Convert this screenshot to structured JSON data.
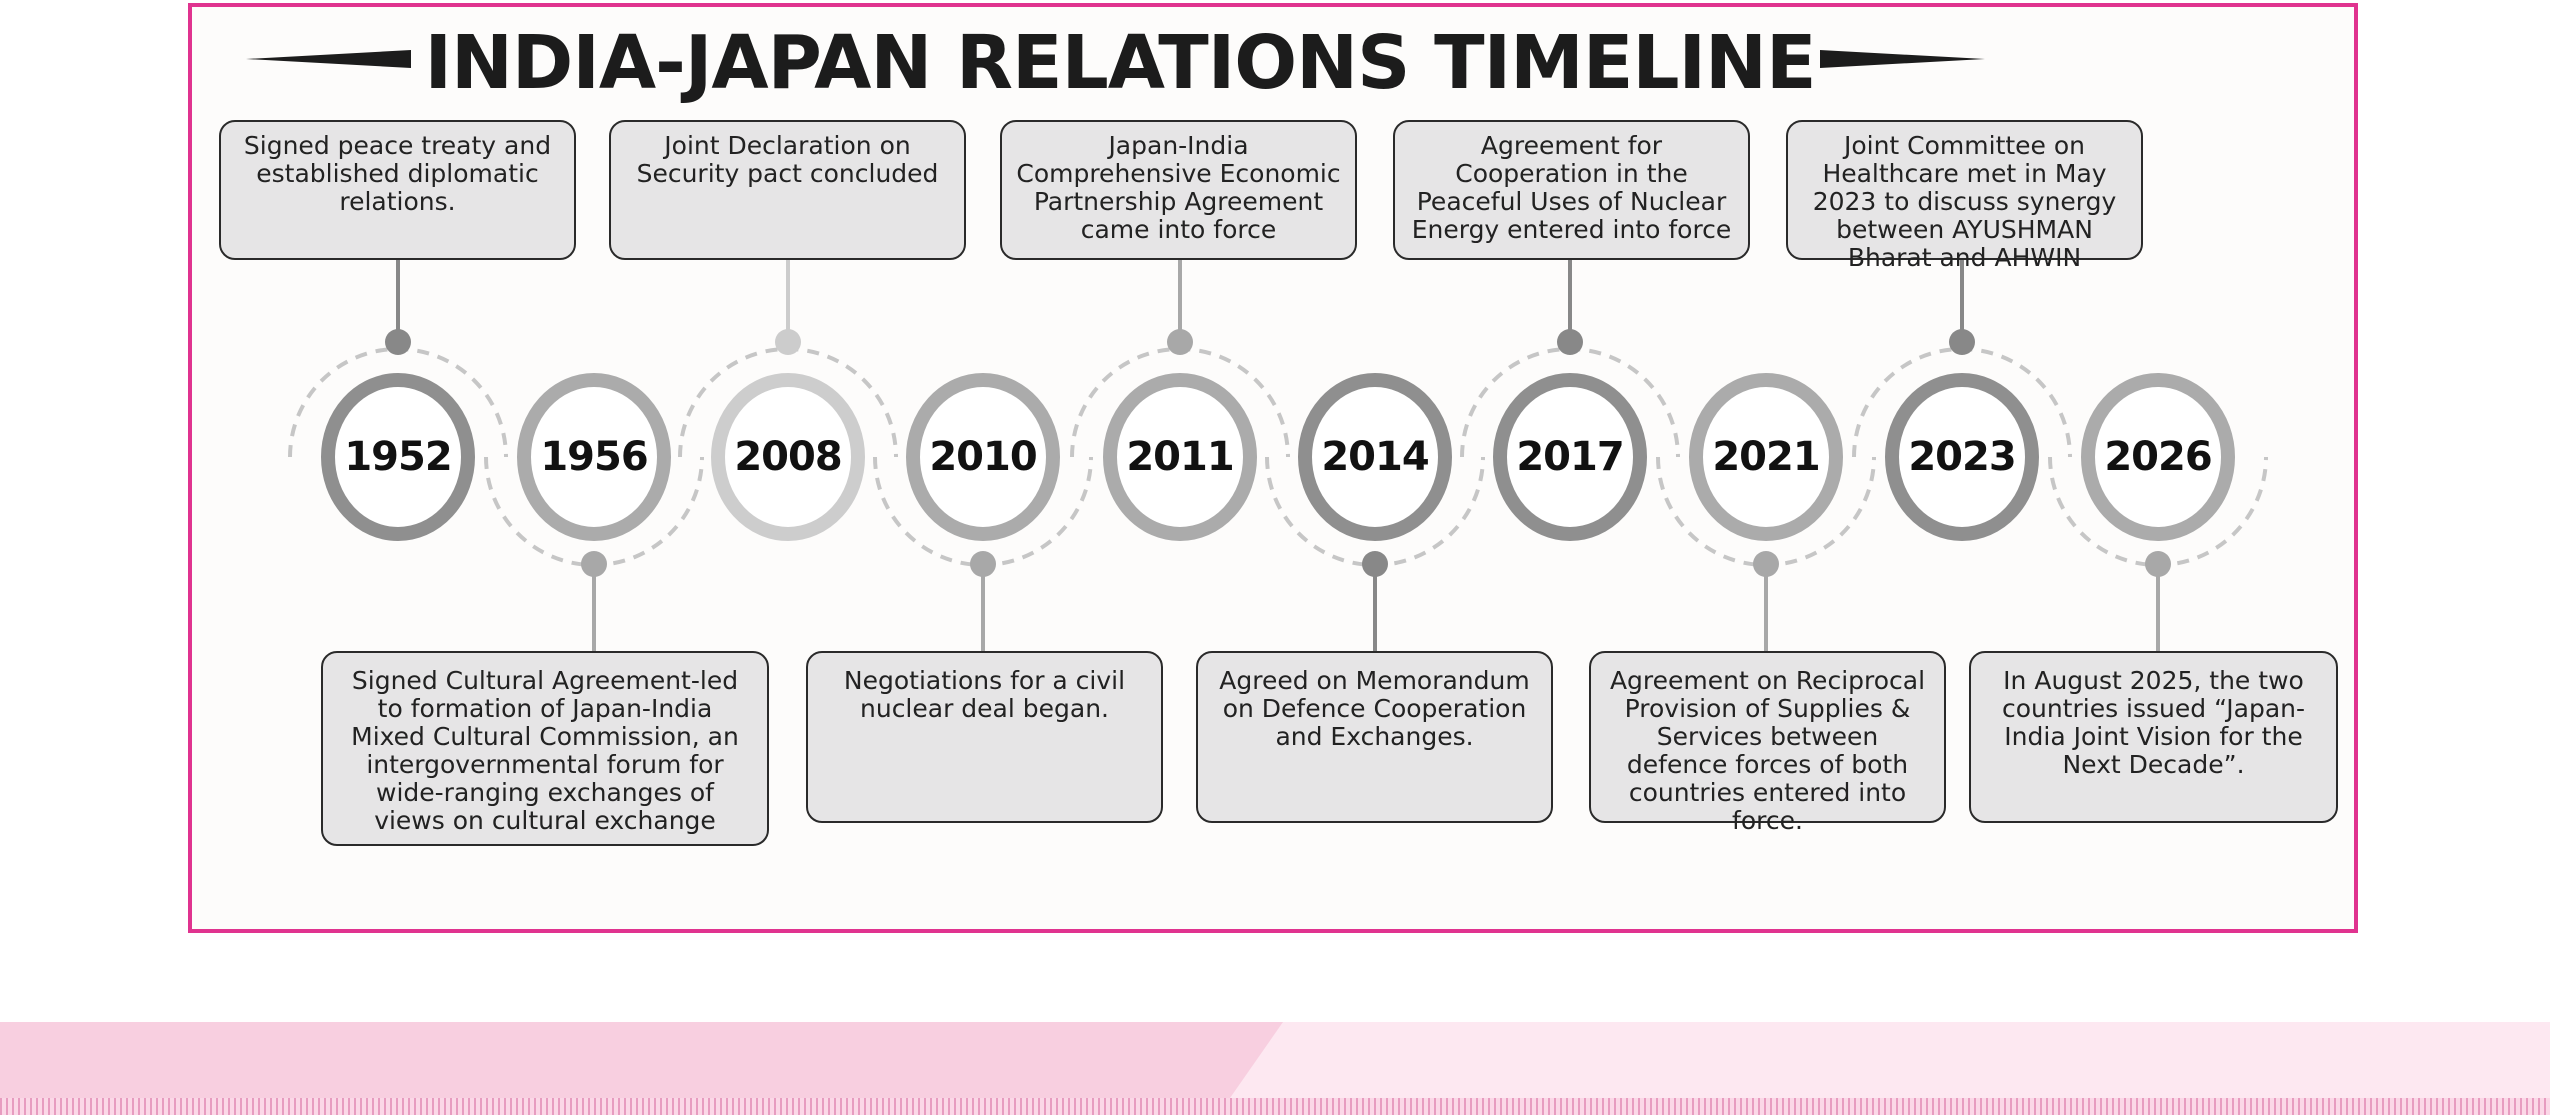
{
  "title": "INDIA-JAPAN RELATIONS TIMELINE",
  "colors": {
    "frame_border": "#e0338f",
    "box_fill": "#e6e5e6",
    "ring_dark": "#8f8f8f",
    "ring_mid": "#ababab",
    "ring_light": "#cdcdcd",
    "footer_pink": "#f8cfe0",
    "footer_light": "#fde8f1"
  },
  "milestones": [
    {
      "year": "1952",
      "event": "Signed peace treaty and established diplomatic relations."
    },
    {
      "year": "1956",
      "event": "Signed Cultural Agreement-led to formation of Japan-India Mixed Cultural Commission, an intergovernmental forum for wide-ranging exchanges of views on cultural exchange"
    },
    {
      "year": "2008",
      "event": "Joint Declaration on Security pact concluded"
    },
    {
      "year": "2010",
      "event": "Negotiations for a civil nuclear deal began."
    },
    {
      "year": "2011",
      "event": "Japan-India Comprehensive Economic Partnership Agreement came into force"
    },
    {
      "year": "2014",
      "event": "Agreed on Memorandum on Defence Cooperation and Exchanges."
    },
    {
      "year": "2017",
      "event": "Agreement for Cooperation in the Peaceful Uses of Nuclear Energy entered into force"
    },
    {
      "year": "2021",
      "event": "Agreement on Reciprocal Provision of Supplies & Services between defence forces of both countries entered into force."
    },
    {
      "year": "2023",
      "event": "Joint Committee on Healthcare met in May 2023 to discuss synergy between AYUSHMAN Bharat and AHWIN"
    },
    {
      "year": "2026",
      "event": "In August 2025, the two countries issued “Japan-India Joint Vision for the Next Decade”."
    }
  ]
}
